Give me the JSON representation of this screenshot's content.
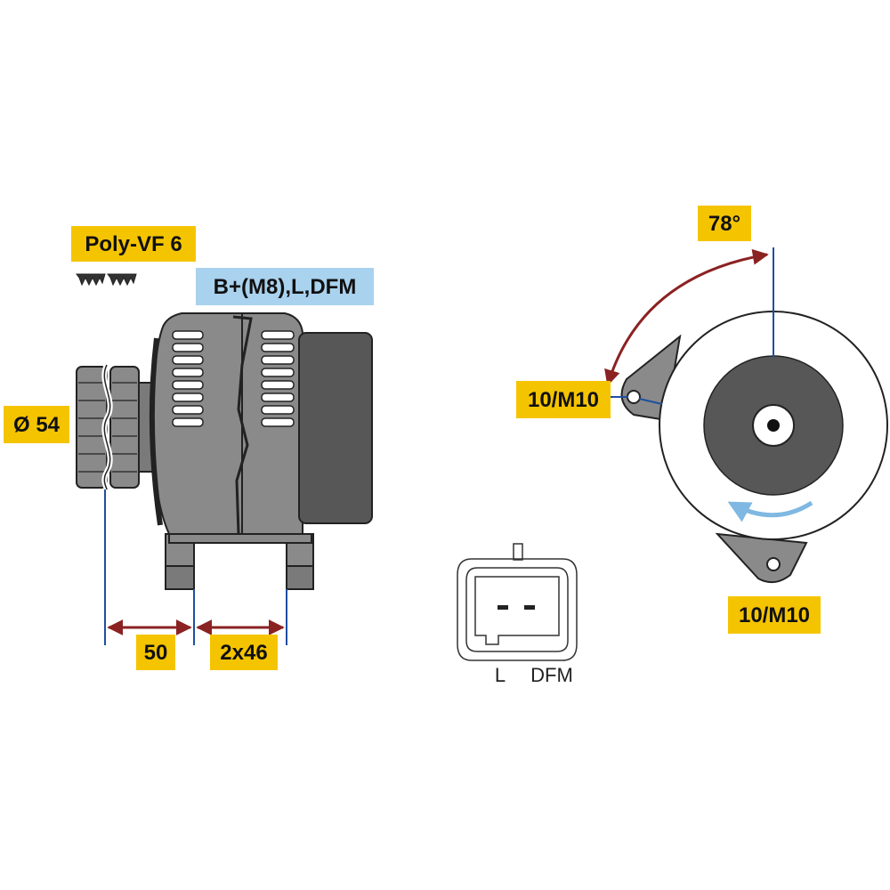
{
  "labels": {
    "pulley_type": "Poly-VF 6",
    "terminals": "B+(M8),L,DFM",
    "pulley_diameter": "Ø 54",
    "dim_pulley_offset": "50",
    "dim_mount_spacing": "2x46",
    "angle": "78°",
    "mount_top": "10/M10",
    "mount_bottom": "10/M10"
  },
  "connector": {
    "pin_l": "L",
    "pin_dfm": "DFM"
  },
  "colors": {
    "label_yellow": "#f5c400",
    "label_blue": "#a9d2ee",
    "dimension_red": "#8b2222",
    "guide_blue": "#1f4fa0",
    "rotation_arrow": "#7fb8e2",
    "body_gray": "#8a8a8a",
    "dark_gray": "#555555"
  },
  "icons": {
    "groove_profile": "v-belt-groove-icon",
    "rotation": "rotation-arrow-icon"
  }
}
